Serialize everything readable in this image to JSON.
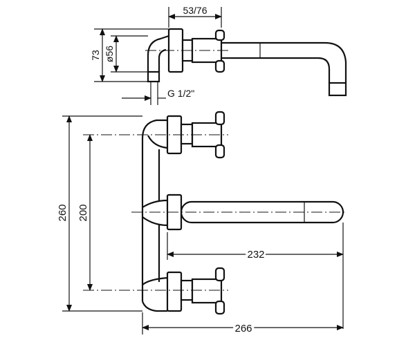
{
  "dimensions": {
    "flange_offset": "53/76",
    "height_top": "73",
    "diameter": "ø56",
    "thread": "G 1/2\"",
    "overall_height": "260",
    "handle_spacing": "200",
    "spout_projection": "232",
    "overall_projection": "266"
  }
}
